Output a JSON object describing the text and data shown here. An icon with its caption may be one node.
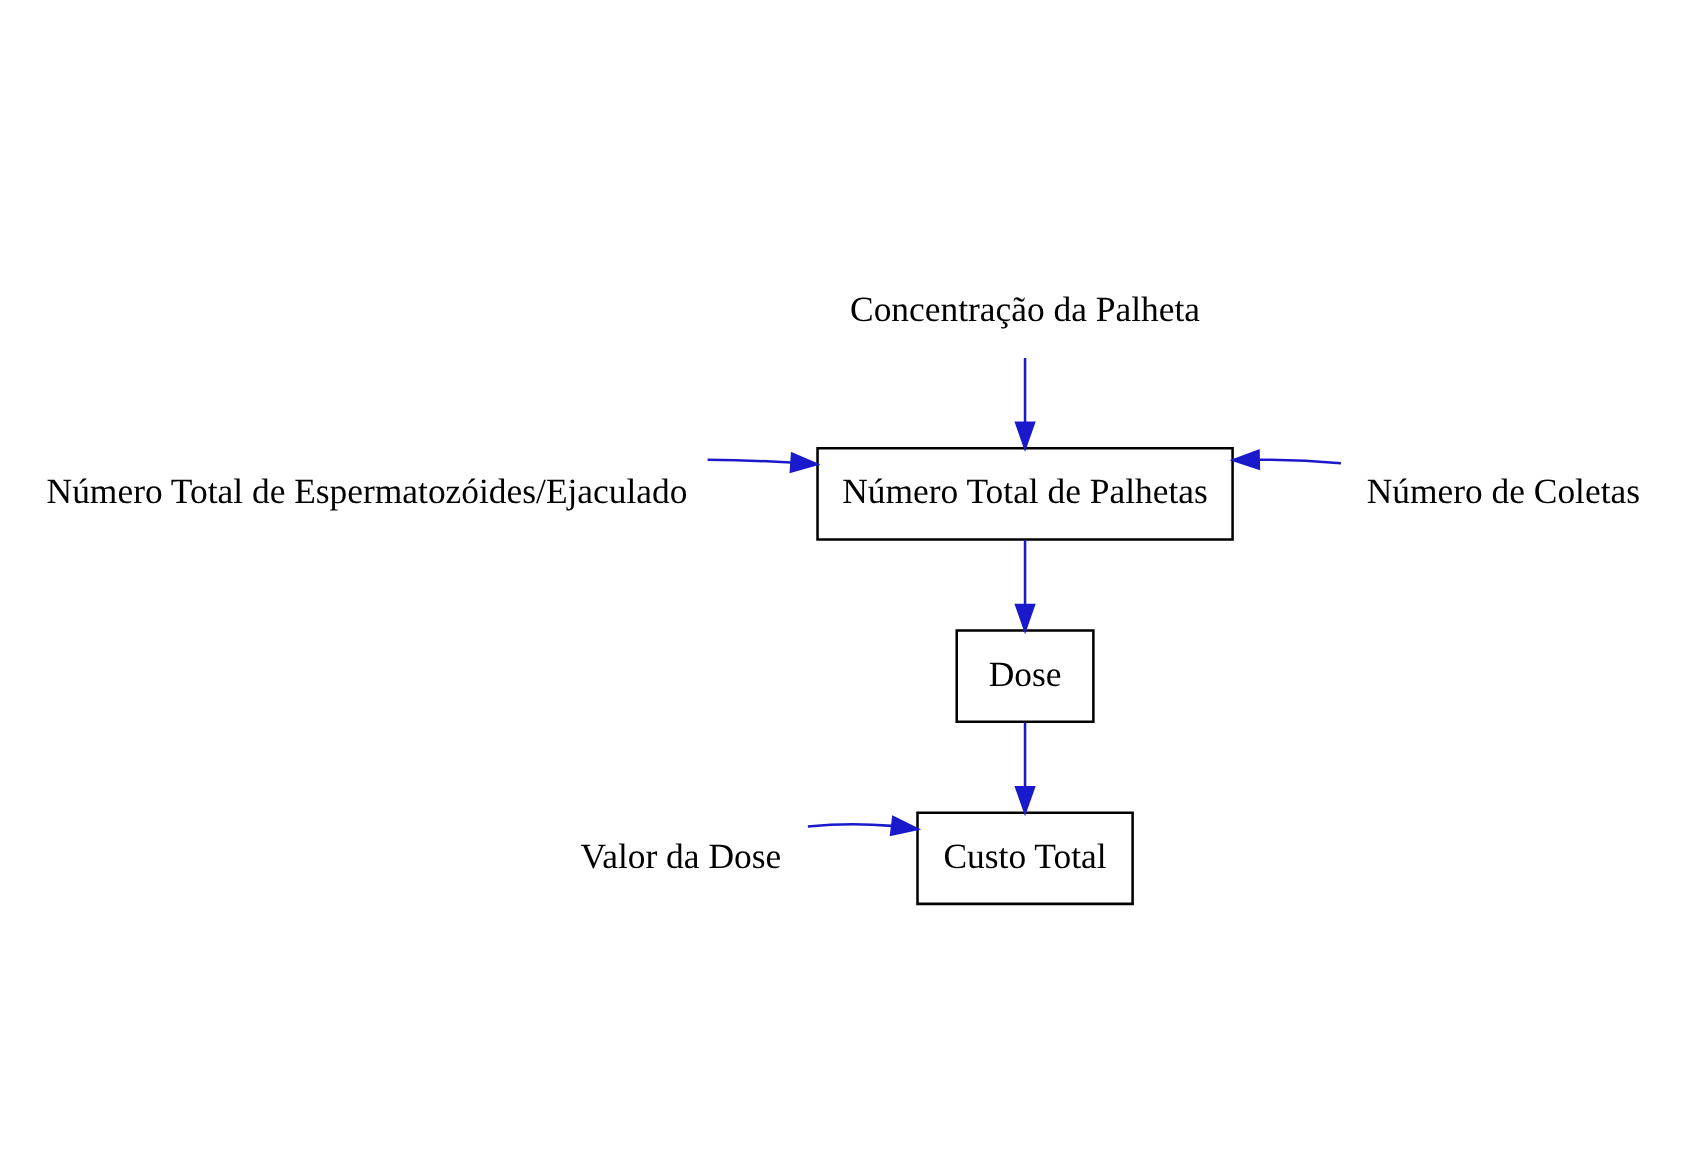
{
  "diagram": {
    "nodes": [
      {
        "text": [
          "Concentração da Palheta"
        ]
      },
      {
        "text": [
          "Número Total de Palhetas"
        ]
      },
      {
        "text": [
          "Número Total de Espermatozóides/Ejaculado"
        ]
      },
      {
        "text": [
          "Número de Coletas"
        ]
      },
      {
        "text": [
          "Dose"
        ]
      },
      {
        "text": [
          "Valor da Dose"
        ]
      },
      {
        "text": [
          "Custo Total"
        ]
      }
    ],
    "edges": [
      {
        "from": 0,
        "to": 1,
        "arrow": "to"
      },
      {
        "from": 2,
        "to": 1,
        "arrow": "to"
      },
      {
        "from": 3,
        "to": 1,
        "arrow": "to"
      },
      {
        "from": 1,
        "to": 4,
        "arrow": "to"
      },
      {
        "from": 4,
        "to": 6,
        "arrow": "to"
      },
      {
        "from": 5,
        "to": 6,
        "arrow": "to"
      }
    ]
  }
}
